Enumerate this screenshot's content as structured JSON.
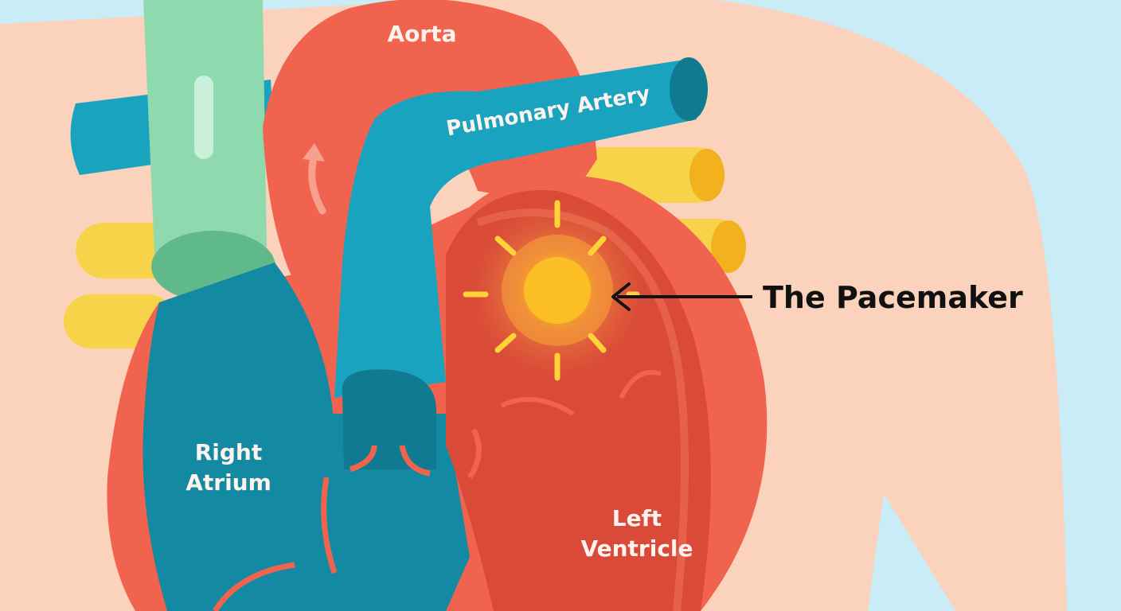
{
  "labels": {
    "aorta": "Aorta",
    "pulmonary_artery": "Pulmonary Artery",
    "right_atrium_line1": "Right",
    "right_atrium_line2": "Atrium",
    "left_ventricle_line1": "Left",
    "left_ventricle_line2": "Ventricle",
    "pacemaker": "The Pacemaker"
  },
  "colors": {
    "background": "#c9ecf7",
    "skin": "#fbd3bc",
    "aorta": "#f0644f",
    "pulmonary_artery": "#1aa3bf",
    "right_side": "#138aa1",
    "left_ventricle": "#d94a38",
    "vena_cava": "#8fd9ae",
    "vessels_yellow": "#f7d34a",
    "pacemaker_glow": "#f6b52a"
  }
}
